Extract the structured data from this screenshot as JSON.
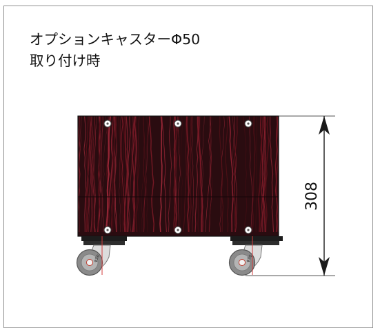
{
  "title": {
    "line1": "オプションキャスターΦ50",
    "line2": "取り付け時"
  },
  "dimension": {
    "height_label": "308"
  },
  "caster": {
    "wheel_label": "φ50"
  },
  "colors": {
    "wood_dark": "#2a0c10",
    "wood_red": "#7a1a26",
    "frame_border": "#8f8f8f",
    "dimension_line": "#1a1a1a"
  }
}
